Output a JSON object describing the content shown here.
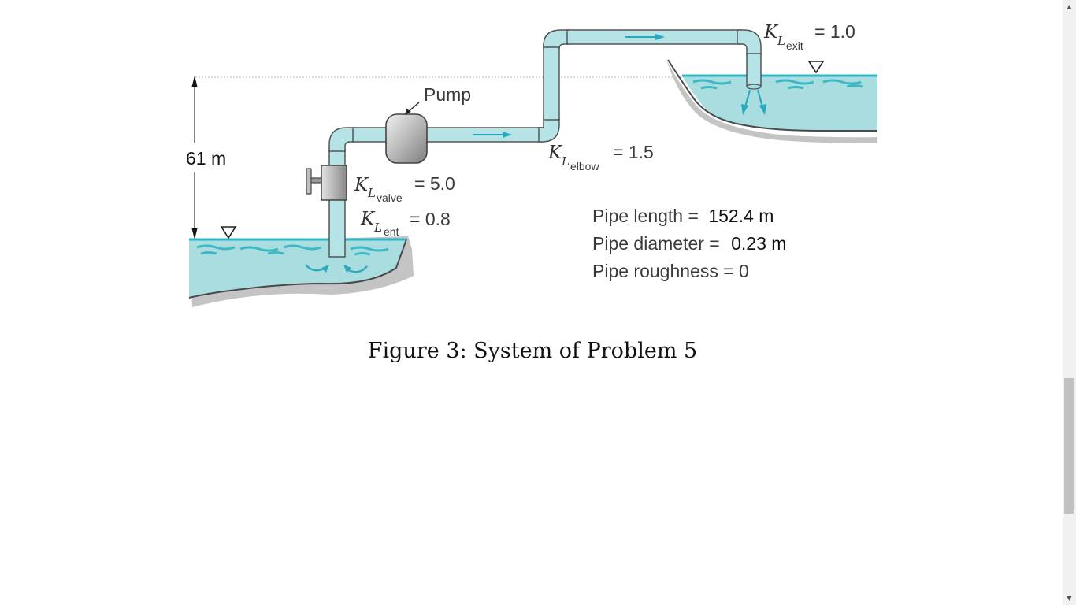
{
  "diagram": {
    "height_label": "61 m",
    "pump_label": "Pump",
    "k_symbol": "K",
    "k_sub": "L",
    "k_valve": {
      "sub": "valve",
      "value": "= 5.0"
    },
    "k_ent": {
      "sub": "ent",
      "value": "= 0.8"
    },
    "k_elbow": {
      "sub": "elbow",
      "value": "= 1.5"
    },
    "k_exit": {
      "sub": "exit",
      "value": "= 1.0"
    },
    "pipe_length": {
      "label": "Pipe length =",
      "value": "152.4 m"
    },
    "pipe_diameter": {
      "label": "Pipe diameter =",
      "value": "0.23 m"
    },
    "pipe_roughness": {
      "label": "Pipe roughness = 0"
    },
    "colors": {
      "water": "#a9dde0",
      "water_line": "#3fb8c6",
      "pipe_fill": "#b6e3e6",
      "pipe_edge": "#555555",
      "flow_arrow": "#2aa9bd",
      "ground_shadow": "#bdbdbd"
    }
  },
  "caption": "Figure 3: System of Problem 5",
  "scrollbar": {
    "up_icon": "▲",
    "down_icon": "▼"
  }
}
